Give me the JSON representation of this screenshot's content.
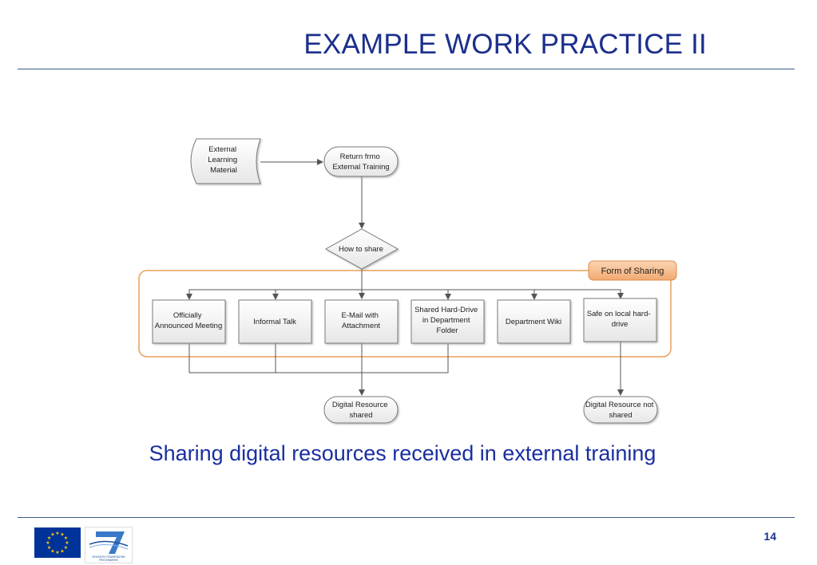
{
  "slide": {
    "title": "EXAMPLE WORK PRACTICE II",
    "caption": "Sharing digital resources received in external training",
    "page_number": "14"
  },
  "diagram": {
    "external_material": [
      "External",
      "Learning",
      "Material"
    ],
    "return_training": [
      "Return frmo",
      "External Training"
    ],
    "decision": [
      "How to share"
    ],
    "group_label": "Form of Sharing",
    "options": [
      [
        "Officially",
        "Announced Meeting"
      ],
      [
        "Informal Talk"
      ],
      [
        "E-Mail with",
        "Attachment"
      ],
      [
        "Shared Hard-Drive",
        "in Department",
        "Folder"
      ],
      [
        "Department Wiki"
      ],
      [
        "Safe on local hard-",
        "drive"
      ]
    ],
    "outcome_shared": [
      "Digital Resource",
      "shared"
    ],
    "outcome_not_shared": [
      "Digital Resource not",
      "shared"
    ]
  },
  "logos": {
    "fp7_text": [
      "SEVENTH FRAMEWORK",
      "PROGRAMME"
    ]
  },
  "colors": {
    "title": "#1b2f8c",
    "caption": "#1a2ea0",
    "group_border": "#e8a15a",
    "group_label_fill": "#f4b183",
    "eu_blue": "#003399",
    "eu_star": "#ffcc00"
  }
}
